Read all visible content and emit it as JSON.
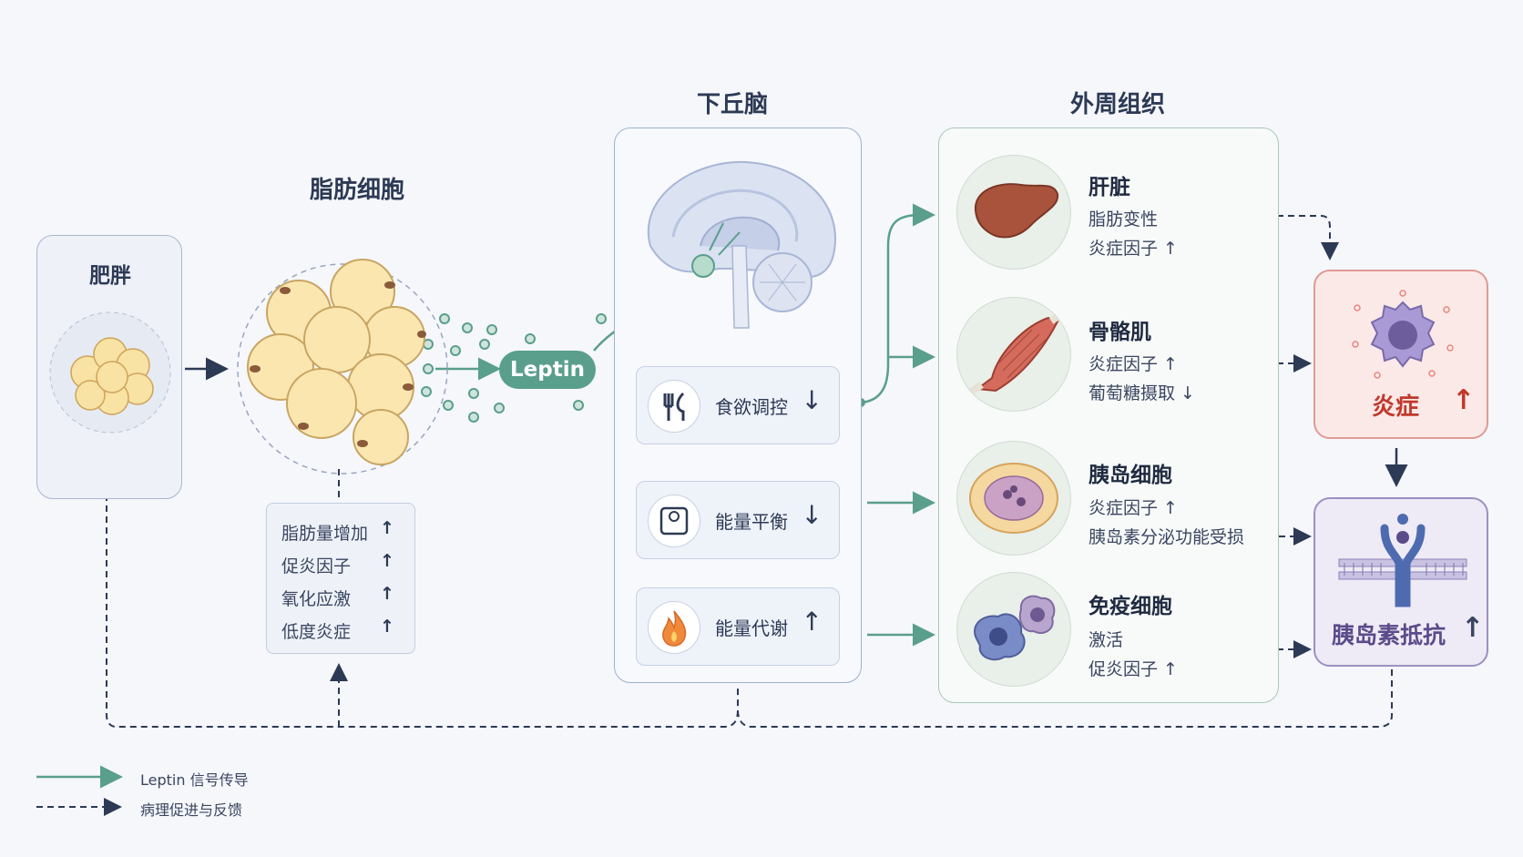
{
  "obesity": {
    "label": "肥胖"
  },
  "adipocyte": {
    "title": "脂肪细胞",
    "effects": [
      {
        "label": "脂肪量增加",
        "arrow": "↑"
      },
      {
        "label": "促炎因子",
        "arrow": "↑"
      },
      {
        "label": "氧化应激",
        "arrow": "↑"
      },
      {
        "label": "低度炎症",
        "arrow": "↑"
      }
    ]
  },
  "leptin": {
    "label": "Leptin"
  },
  "hypothalamus": {
    "title": "下丘脑",
    "items": [
      {
        "label": "食欲调控",
        "arrow": "↓",
        "icon": "fork-knife-icon"
      },
      {
        "label": "能量平衡",
        "arrow": "↓",
        "icon": "scale-icon"
      },
      {
        "label": "能量代谢",
        "arrow": "↑",
        "icon": "fire-icon"
      }
    ]
  },
  "peripheral": {
    "title": "外周组织",
    "tissues": [
      {
        "name": "肝脏",
        "lines": [
          "脂肪变性",
          "炎症因子 ↑"
        ],
        "icon": "liver-icon"
      },
      {
        "name": "骨骼肌",
        "lines": [
          "炎症因子 ↑",
          "葡萄糖摄取 ↓"
        ],
        "icon": "muscle-icon"
      },
      {
        "name": "胰岛细胞",
        "lines": [
          "炎症因子 ↑",
          "胰岛素分泌功能受损"
        ],
        "icon": "islet-icon"
      },
      {
        "name": "免疫细胞",
        "lines": [
          "激活",
          "促炎因子 ↑"
        ],
        "icon": "immune-cell-icon"
      }
    ]
  },
  "outcomes": {
    "inflammation": {
      "label": "炎症",
      "arrow": "↑"
    },
    "insulin_resistance": {
      "label": "胰岛素抵抗",
      "arrow": "↑"
    }
  },
  "legend": {
    "leptin_signal": "Leptin 信号传导",
    "pathology": "病理促进与反馈"
  },
  "colors": {
    "leptin_green": "#5a9e8c",
    "dash_navy": "#2d3a55",
    "inflammation_red": "#c0392b",
    "insulin_purple": "#5b4b8a"
  }
}
